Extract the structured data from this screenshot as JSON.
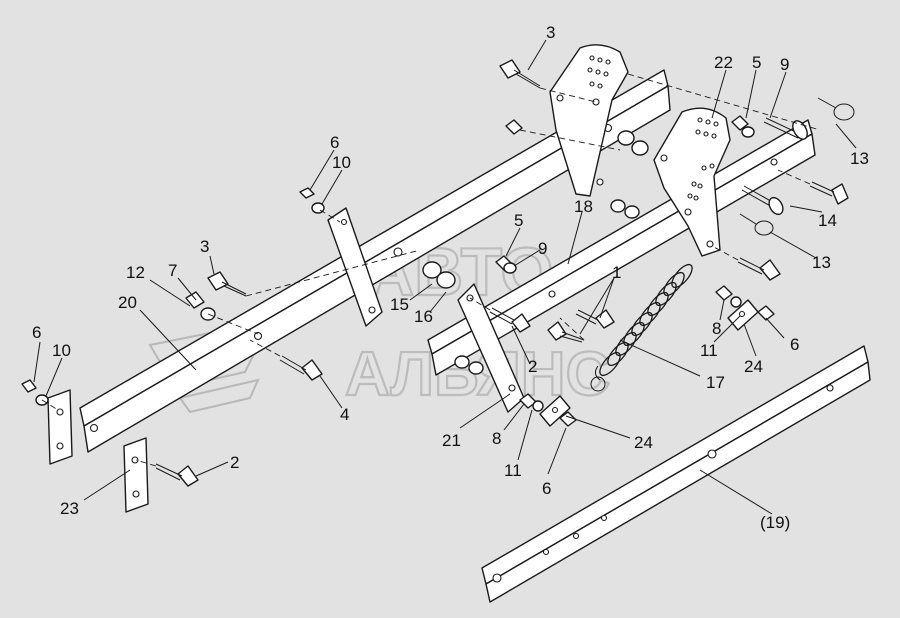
{
  "watermark": {
    "line1": "АВТО",
    "line2": "АЛЬЯНС"
  },
  "callouts": {
    "c3_top": "3",
    "c22": "22",
    "c5_top": "5",
    "c9_top": "9",
    "c13_top": "13",
    "c6_mid": "6",
    "c10_mid": "10",
    "c18": "18",
    "c14": "14",
    "c13_mid": "13",
    "c3_left": "3",
    "c12": "12",
    "c7": "7",
    "c5_mid": "5",
    "c9_mid": "9",
    "c1": "1",
    "c20": "20",
    "c15": "15",
    "c16": "16",
    "c8_right": "8",
    "c6_left": "6",
    "c10_left": "10",
    "c11_right": "11",
    "c6_right": "6",
    "c24_right": "24",
    "c2_mid": "2",
    "c17": "17",
    "c4": "4",
    "c21": "21",
    "c8_low": "8",
    "c24_low": "24",
    "c11_low": "11",
    "c2_low": "2",
    "c23": "23",
    "c6_low": "6",
    "c19": "(19)"
  }
}
